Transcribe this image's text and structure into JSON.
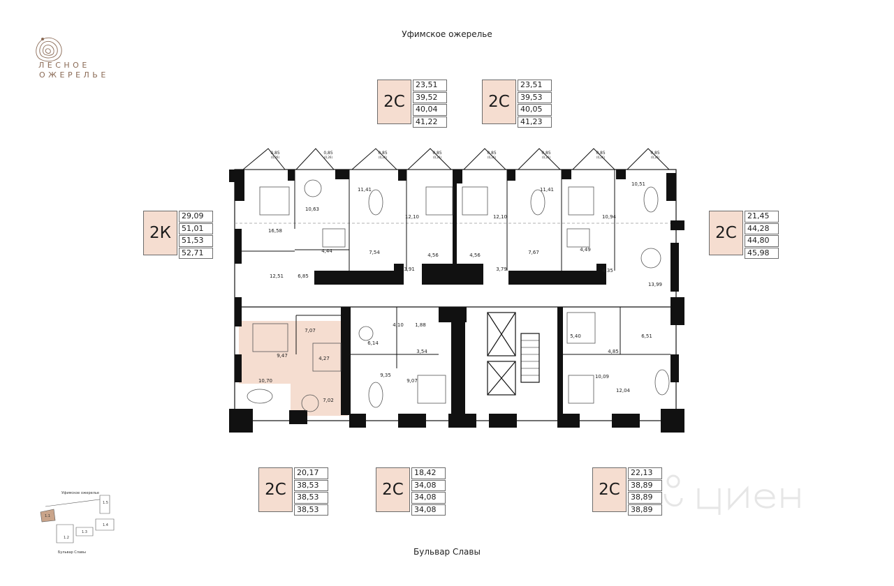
{
  "streets": {
    "top": "Уфимское ожерелье",
    "bottom": "Бульвар Славы"
  },
  "logo": {
    "line1": "ЛЕСНОЕ",
    "line2": "ОЖЕРЕЛЬЕ",
    "color": "#8a6a55"
  },
  "apartments": [
    {
      "code": "2С",
      "values": [
        "23,51",
        "39,52",
        "40,04",
        "41,22"
      ]
    },
    {
      "code": "2С",
      "values": [
        "23,51",
        "39,53",
        "40,05",
        "41,23"
      ]
    },
    {
      "code": "2К",
      "values": [
        "29,09",
        "51,01",
        "51,53",
        "52,71"
      ]
    },
    {
      "code": "2С",
      "values": [
        "21,45",
        "44,28",
        "44,80",
        "45,98"
      ]
    },
    {
      "code": "2С",
      "values": [
        "20,17",
        "38,53",
        "38,53",
        "38,53"
      ]
    },
    {
      "code": "2С",
      "values": [
        "18,42",
        "34,08",
        "34,08",
        "34,08"
      ]
    },
    {
      "code": "2С",
      "values": [
        "22,13",
        "38,89",
        "38,89",
        "38,89"
      ]
    }
  ],
  "balconies": {
    "area": "0,85",
    "reduced": "(0,26)"
  },
  "room_areas": [
    "16,58",
    "10,63",
    "11,41",
    "12,10",
    "12,10",
    "11,41",
    "10,94",
    "10,51",
    "4,44",
    "7,54",
    "4,56",
    "4,56",
    "7,67",
    "4,49",
    "4,35",
    "3,91",
    "3,79",
    "12,51",
    "6,85",
    "13,99",
    "7,07",
    "9,47",
    "4,27",
    "10,70",
    "7,02",
    "4,10",
    "1,88",
    "6,14",
    "3,54",
    "9,35",
    "9,07",
    "5,40",
    "4,85",
    "6,51",
    "10,09",
    "12,04"
  ],
  "minimap": {
    "street_top": "Уфимское ожерелье",
    "street_bottom": "Бульвар Славы",
    "sections": [
      "1.1",
      "1.2",
      "1.3",
      "1.4",
      "1.5"
    ]
  },
  "colors": {
    "highlight": "#f5ddd0",
    "walls": "#111111",
    "accent": "#c9a48a"
  }
}
